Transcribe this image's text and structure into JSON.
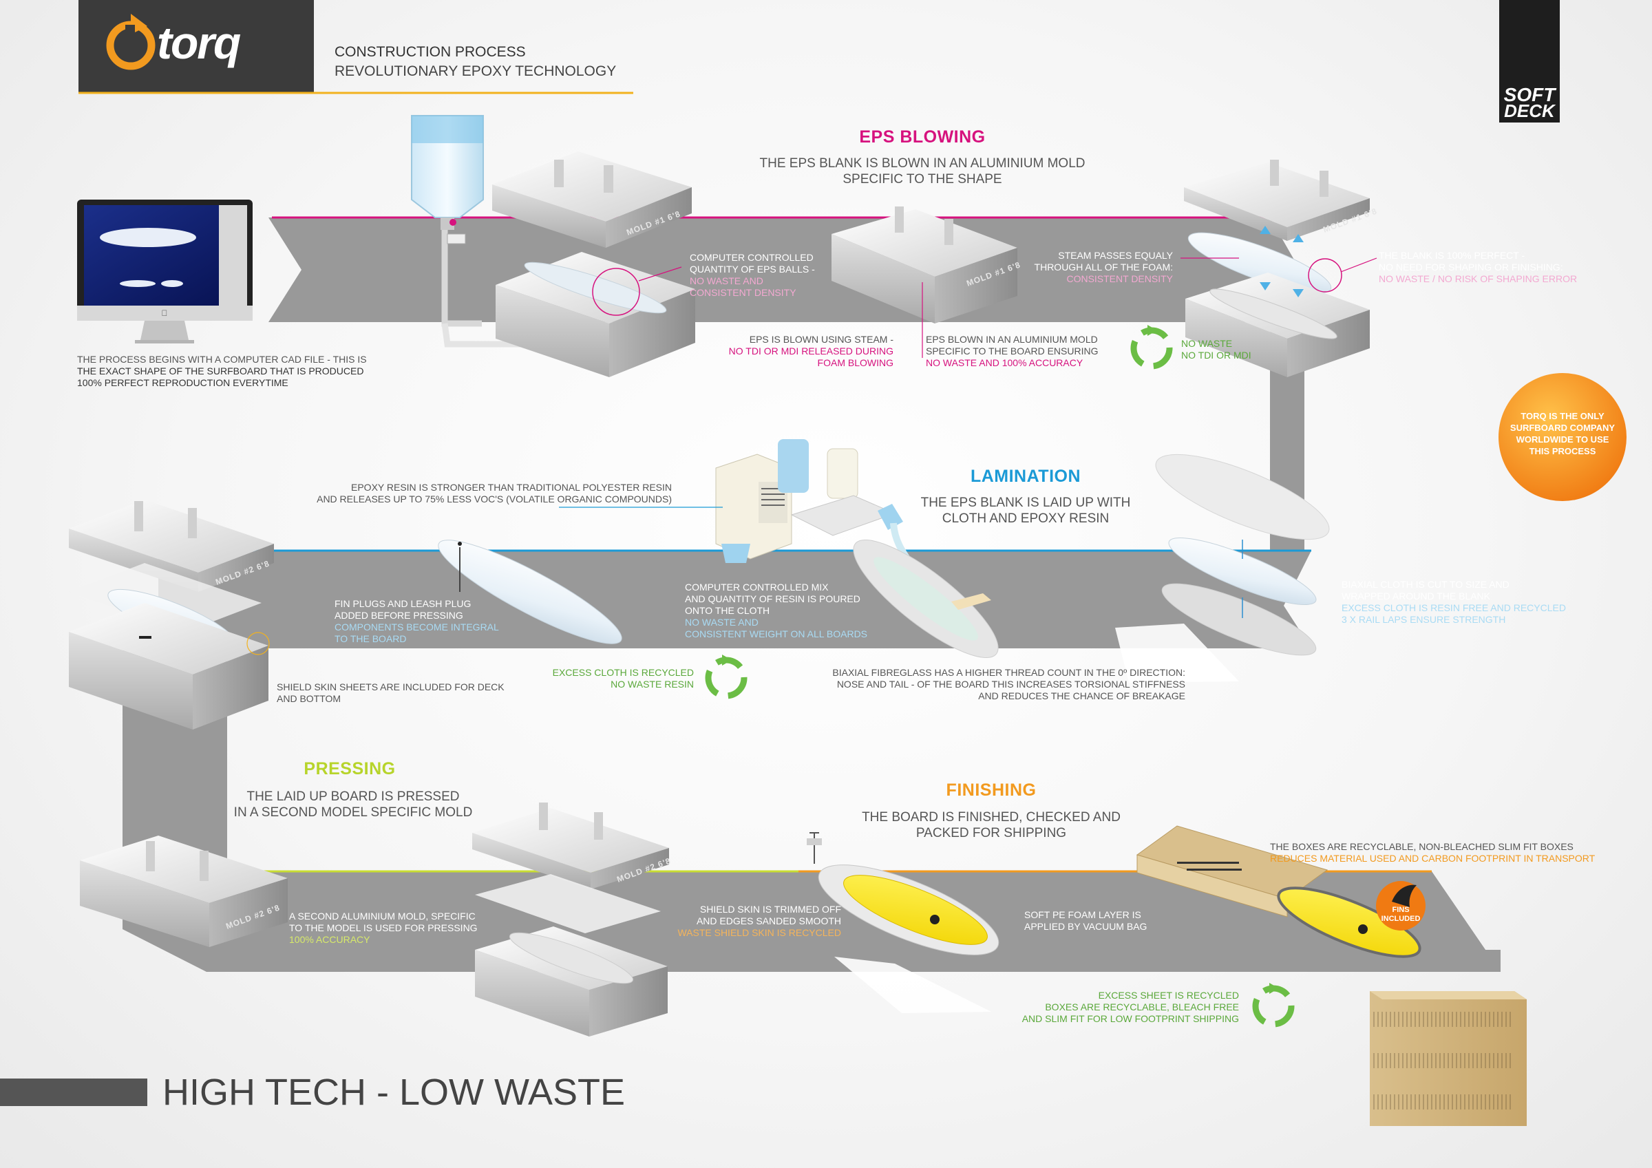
{
  "header": {
    "logo_text": "torq",
    "title": "CONSTRUCTION PROCESS",
    "subtitle": "REVOLUTIONARY EPOXY TECHNOLOGY",
    "corner_logo_line1": "SOFT",
    "corner_logo_line2": "DECK"
  },
  "mold_labels": {
    "mold1": "MOLD #1 6'8",
    "mold2": "MOLD #2 6'8"
  },
  "steps": {
    "eps": {
      "title": "EPS BLOWING",
      "desc1": "THE EPS BLANK IS BLOWN IN AN ALUMINIUM MOLD",
      "desc2": "SPECIFIC TO THE SHAPE",
      "color": "#d6127e"
    },
    "lamination": {
      "title": "LAMINATION",
      "desc1": "THE EPS BLANK IS LAID UP WITH",
      "desc2": "CLOTH AND EPOXY RESIN",
      "color": "#1b9ad6"
    },
    "pressing": {
      "title": "PRESSING",
      "desc1": "THE LAID UP BOARD IS PRESSED",
      "desc2": "IN A SECOND MODEL SPECIFIC MOLD",
      "color": "#b7d42b"
    },
    "finishing": {
      "title": "FINISHING",
      "desc1": "THE BOARD IS FINISHED, CHECKED AND",
      "desc2": "PACKED FOR SHIPPING",
      "color": "#f29a1f"
    }
  },
  "notes": {
    "cad": [
      "THE PROCESS BEGINS WITH A COMPUTER CAD FILE - THIS IS",
      "THE EXACT SHAPE OF THE SURFBOARD THAT IS PRODUCED",
      "100% PERFECT REPRODUCTION EVERYTIME"
    ],
    "balls": [
      "COMPUTER CONTROLLED",
      "QUANTITY OF EPS BALLS -",
      "NO WASTE AND",
      "CONSISTENT DENSITY"
    ],
    "steam_blown": [
      "EPS IS BLOWN USING STEAM -",
      "NO TDI OR MDI RELEASED DURING",
      "FOAM BLOWING"
    ],
    "alu_mold": [
      "EPS BLOWN IN AN ALUMINIUM MOLD",
      "SPECIFIC TO THE BOARD ENSURING",
      "NO WASTE AND 100% ACCURACY"
    ],
    "steam_passes": [
      "STEAM PASSES EQUALY",
      "THROUGH ALL OF THE FOAM:",
      "CONSISTENT DENSITY"
    ],
    "perfect": [
      "THE BLANK IS 100% PERFECT -",
      "NO NEED FOR SHAPING OR FINISHING:",
      "NO WASTE / NO RISK OF SHAPING ERROR"
    ],
    "no_waste": [
      "NO WASTE",
      "NO TDI OR MDI"
    ],
    "badge": [
      "TORQ IS THE ONLY",
      "SURFBOARD COMPANY",
      "WORLDWIDE TO USE",
      "THIS PROCESS"
    ],
    "epoxy": [
      "EPOXY RESIN IS STRONGER THAN TRADITIONAL POLYESTER RESIN",
      "AND RELEASES UP TO 75% LESS VOC'S (VOLATILE ORGANIC COMPOUNDS)"
    ],
    "fin_plugs": [
      "FIN PLUGS AND LEASH PLUG",
      "ADDED BEFORE PRESSING",
      "COMPONENTS BECOME INTEGRAL",
      "TO THE BOARD"
    ],
    "mix": [
      "COMPUTER CONTROLLED MIX",
      "AND QUANTITY OF RESIN IS POURED",
      "ONTO THE CLOTH",
      "NO WASTE AND",
      "CONSISTENT WEIGHT ON ALL BOARDS"
    ],
    "biaxial_cut": [
      "BIAXIAL CLOTH IS CUT TO SIZE AND",
      "WRAPPED AROUND THE BLANK",
      "EXCESS CLOTH IS RESIN FREE AND RECYCLED",
      "3 x RAIL LAPS ENSURE STRENGTH"
    ],
    "excess_cloth": [
      "EXCESS CLOTH IS RECYCLED",
      "NO WASTE RESIN"
    ],
    "biaxial_fibre": [
      "BIAXIAL FIBREGLASS HAS A HIGHER THREAD COUNT IN THE 0º DIRECTION:",
      "NOSE AND TAIL - OF THE BOARD THIS INCREASES TORSIONAL STIFFNESS",
      "AND REDUCES THE CHANCE OF BREAKAGE"
    ],
    "shield_sheets": [
      "SHIELD SKIN SHEETS ARE INCLUDED FOR DECK",
      "AND BOTTOM"
    ],
    "second_mold": [
      "A SECOND ALUMINIUM MOLD, SPECIFIC",
      "TO THE MODEL IS USED FOR PRESSING",
      "100% ACCURACY"
    ],
    "trimmed": [
      "SHIELD SKIN IS TRIMMED OFF",
      "AND EDGES SANDED SMOOTH",
      "WASTE SHIELD SKIN IS RECYCLED"
    ],
    "soft_pe": [
      "SOFT PE FOAM LAYER IS",
      "APPLIED BY VACUUM BAG"
    ],
    "boxes": [
      "THE BOXES ARE RECYCLABLE, NON-BLEACHED SLIM FIT BOXES",
      "REDUCES MATERIAL USED AND CARBON FOOTPRINT IN TRANSPORT"
    ],
    "fins_badge": [
      "FINS",
      "INCLUDED"
    ],
    "excess_sheet": [
      "EXCESS SHEET IS RECYCLED",
      "BOXES ARE RECYCLABLE, BLEACH FREE",
      "AND SLIM FIT FOR LOW FOOTPRINT SHIPPING"
    ]
  },
  "footer": {
    "tagline": "HIGH TECH - LOW WASTE"
  },
  "colors": {
    "magenta": "#d6127e",
    "pink_light": "#e27bb6",
    "blue": "#1b9ad6",
    "blue_light": "#5db6e4",
    "green": "#5aa83a",
    "lime": "#b7d42b",
    "orange": "#f29a1f",
    "track": "#9a9a9a"
  }
}
